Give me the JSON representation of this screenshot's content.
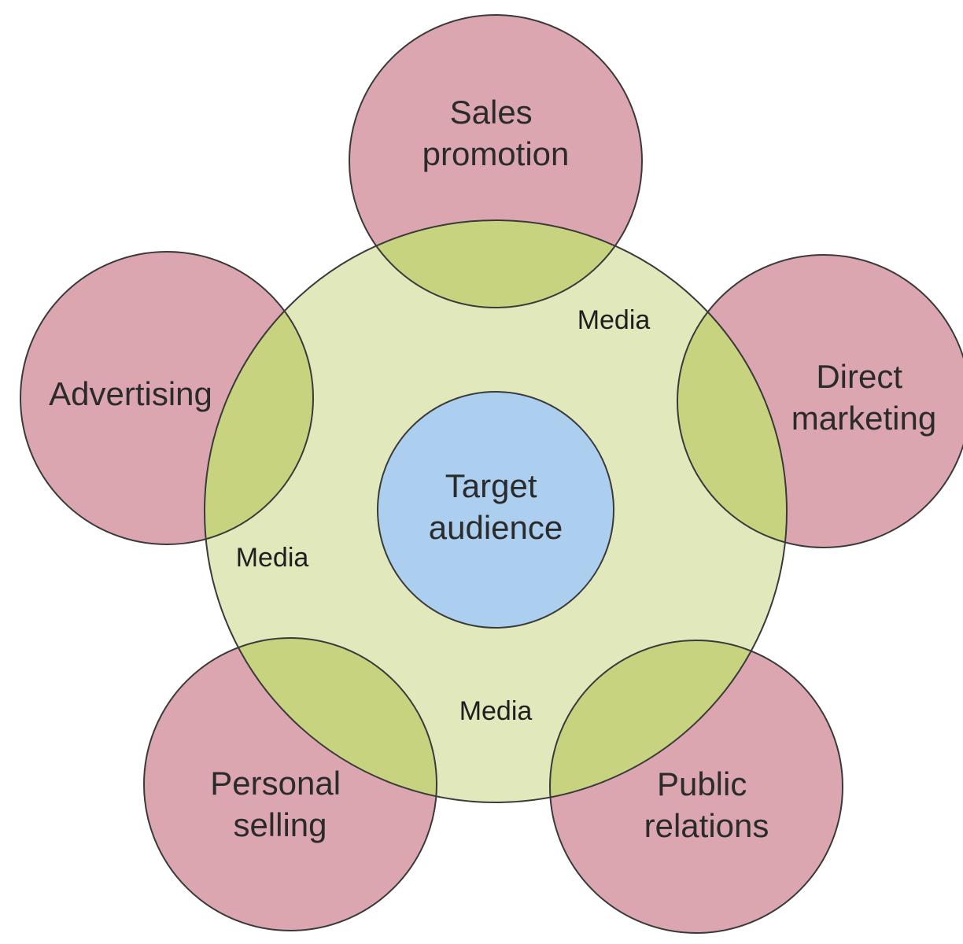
{
  "center": {
    "label_line1": "Target",
    "label_line2": "audience"
  },
  "ring": {
    "media_labels": [
      "Media",
      "Media",
      "Media"
    ]
  },
  "channels": [
    {
      "id": "sales-promotion",
      "line1": "Sales",
      "line2": "promotion"
    },
    {
      "id": "advertising",
      "line1": "Advertising",
      "line2": ""
    },
    {
      "id": "direct-marketing",
      "line1": "Direct",
      "line2": "marketing"
    },
    {
      "id": "personal-selling",
      "line1": "Personal",
      "line2": "selling"
    },
    {
      "id": "public-relations",
      "line1": "Public",
      "line2": "relations"
    }
  ],
  "colors": {
    "channel_fill": "#dca6b1",
    "ring_fill": "#e1e8bb",
    "overlap_fill": "#c8d37f",
    "center_fill": "#accff0"
  }
}
